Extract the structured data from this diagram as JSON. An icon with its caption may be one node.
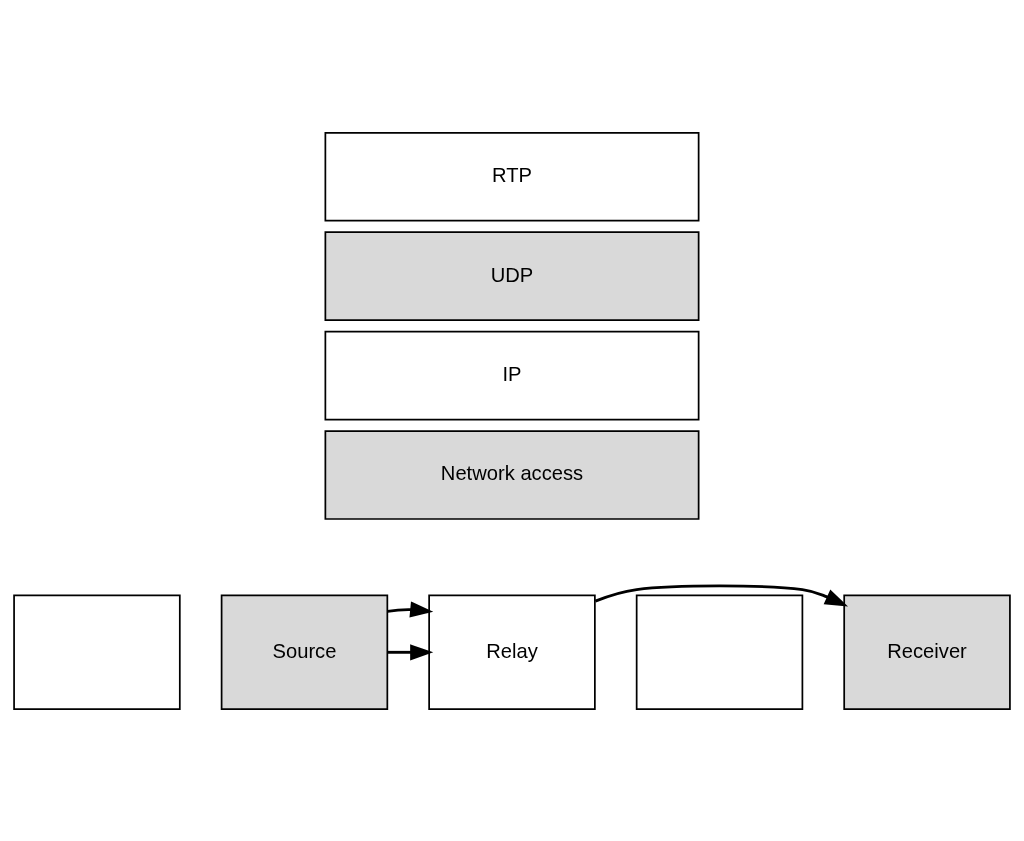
{
  "diagram": {
    "nodes": [
      {
        "text": [
          "RTP"
        ]
      },
      {
        "text": [
          "UDP"
        ]
      },
      {
        "text": [
          "IP"
        ]
      },
      {
        "text": [
          "Network access"
        ]
      },
      {
        "text": [],
        "shape": "box"
      },
      {
        "text": [
          "Source"
        ]
      },
      {
        "text": [
          "Relay"
        ]
      },
      {
        "text": [],
        "shape": "box"
      },
      {
        "text": [
          "Receiver"
        ]
      }
    ],
    "edges": [
      {
        "from": 5,
        "to": 6,
        "arrow": "to"
      },
      {
        "from": 5,
        "to": 6,
        "arrow": "to"
      },
      {
        "from": 6,
        "to": 8,
        "arrow": "to"
      }
    ]
  }
}
